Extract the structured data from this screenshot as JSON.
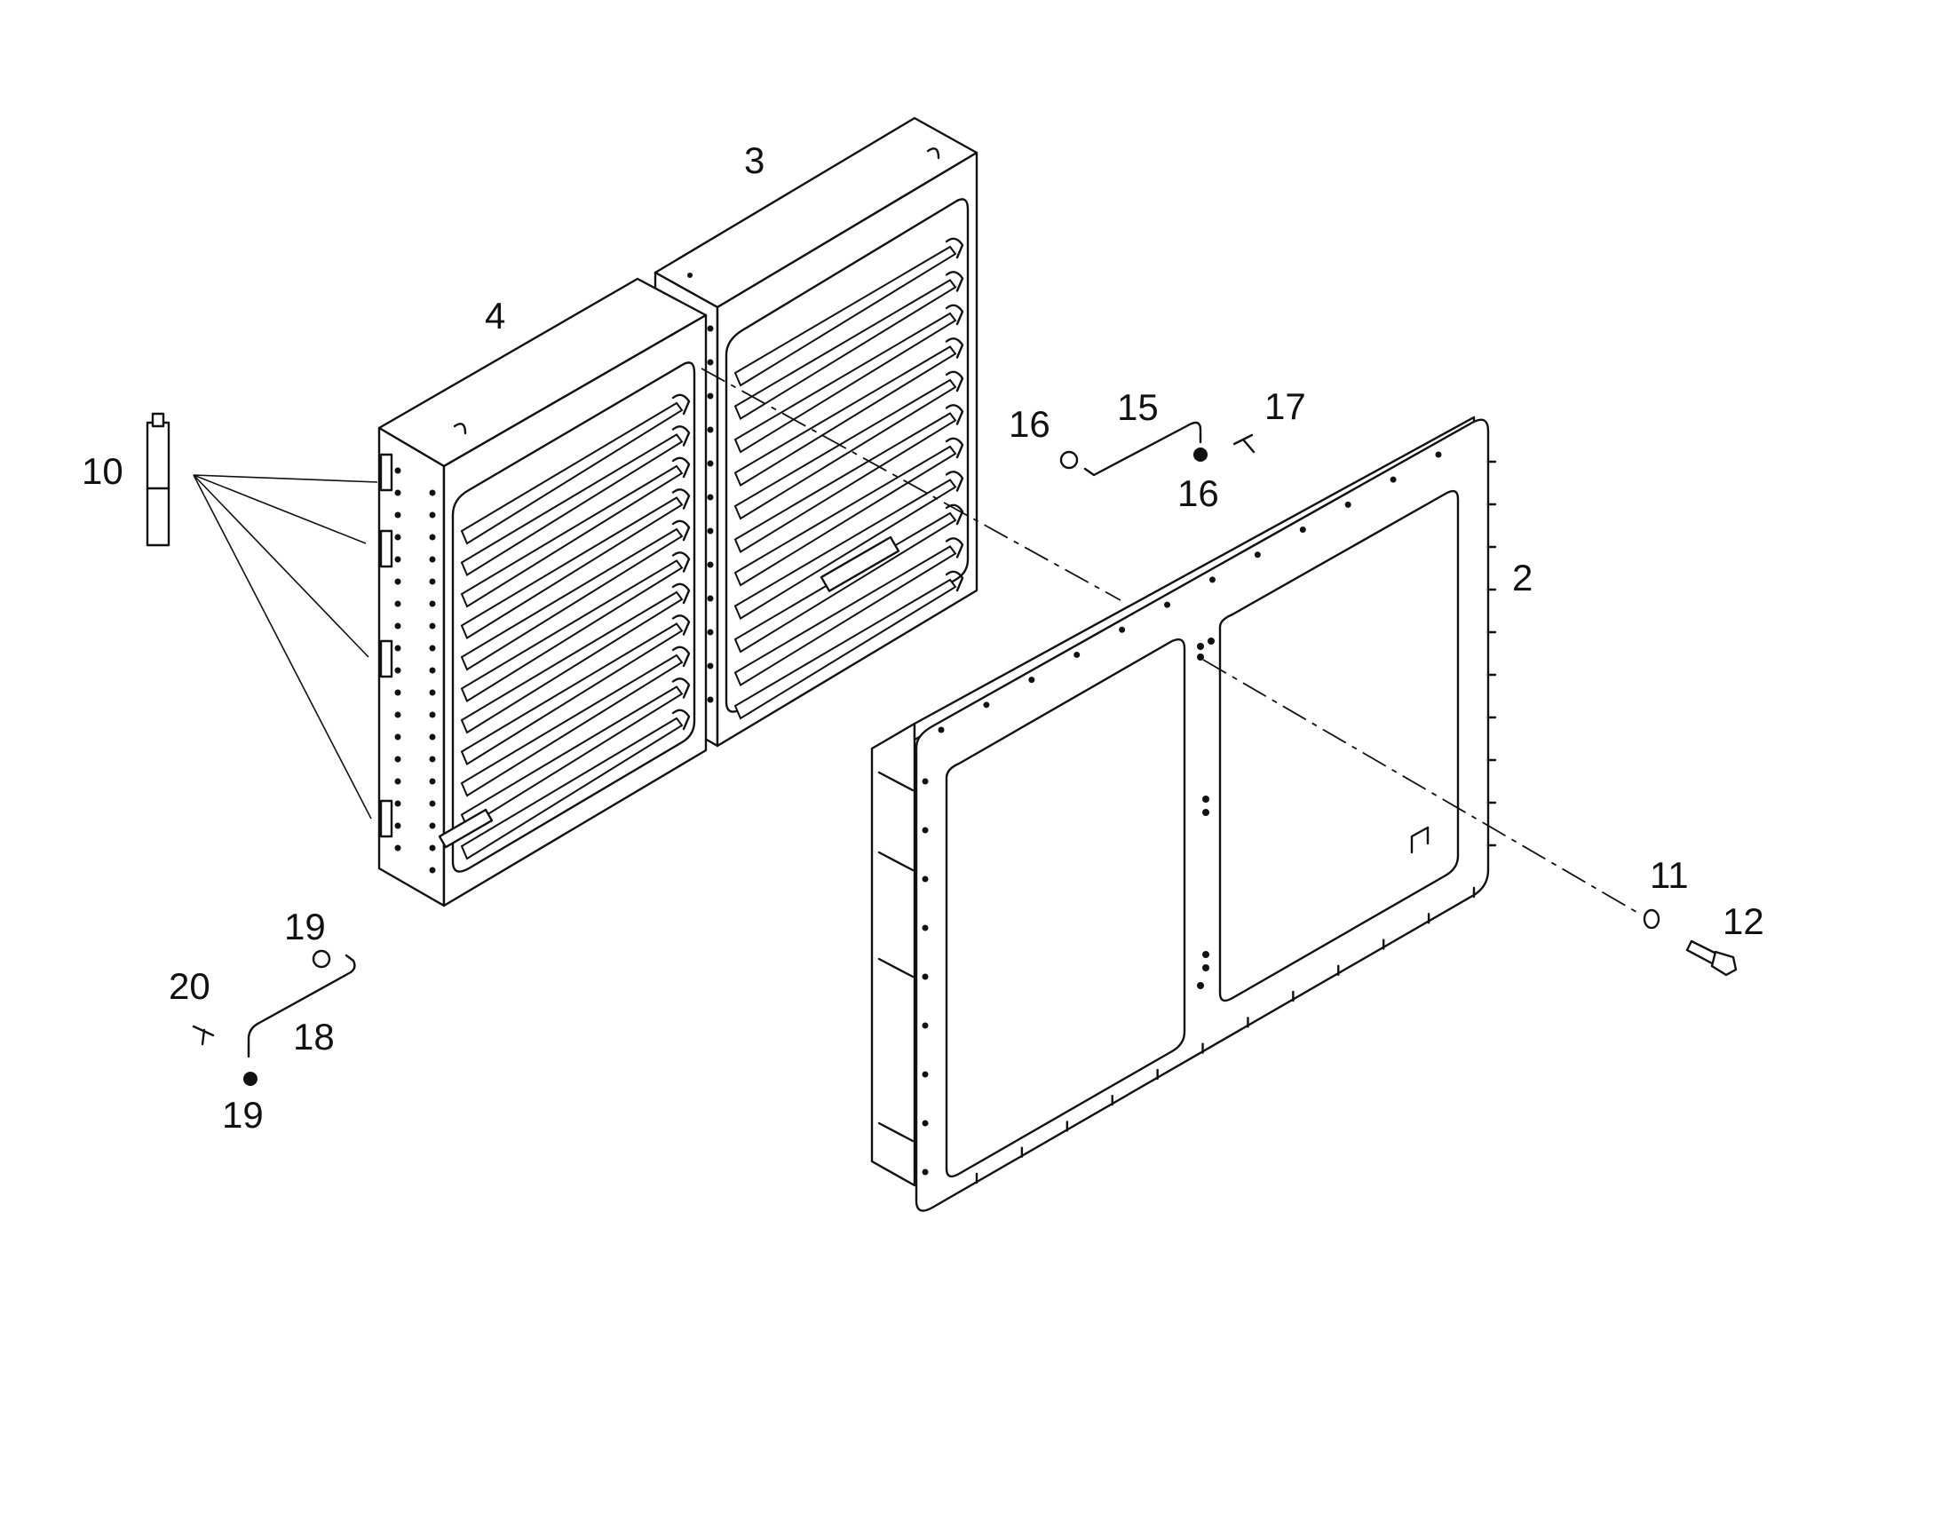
{
  "callouts": {
    "c2": "2",
    "c3": "3",
    "c4": "4",
    "c10": "10",
    "c11": "11",
    "c12": "12",
    "c15": "15",
    "c16a": "16",
    "c16b": "16",
    "c17": "17",
    "c18": "18",
    "c19a": "19",
    "c19b": "19",
    "c20": "20"
  }
}
